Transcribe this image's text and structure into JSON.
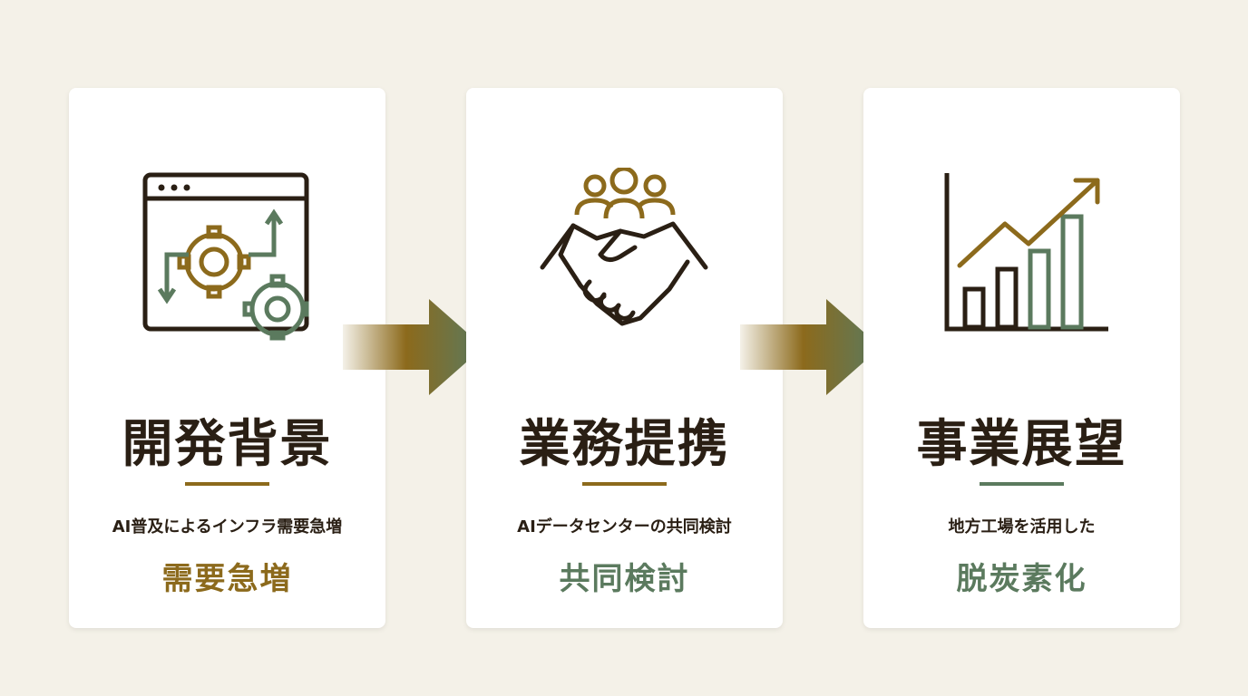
{
  "colors": {
    "gold": "#8c6a1c",
    "green": "#5b7a5e",
    "dark": "#2a1f14",
    "background": "#f4f1e8"
  },
  "cards": [
    {
      "icon": "gear-window-icon",
      "title": "開発背景",
      "subtitle": "AI普及によるインフラ需要急増",
      "keyword": "需要急増",
      "accent": "#8c6a1c"
    },
    {
      "icon": "handshake-team-icon",
      "title": "業務提携",
      "subtitle": "AIデータセンターの共同検討",
      "keyword": "共同検討",
      "accent": "#5b7a5e"
    },
    {
      "icon": "growth-chart-icon",
      "title": "事業展望",
      "subtitle": "地方工場を活用した",
      "keyword": "脱炭素化",
      "accent": "#5b7a5e"
    }
  ]
}
